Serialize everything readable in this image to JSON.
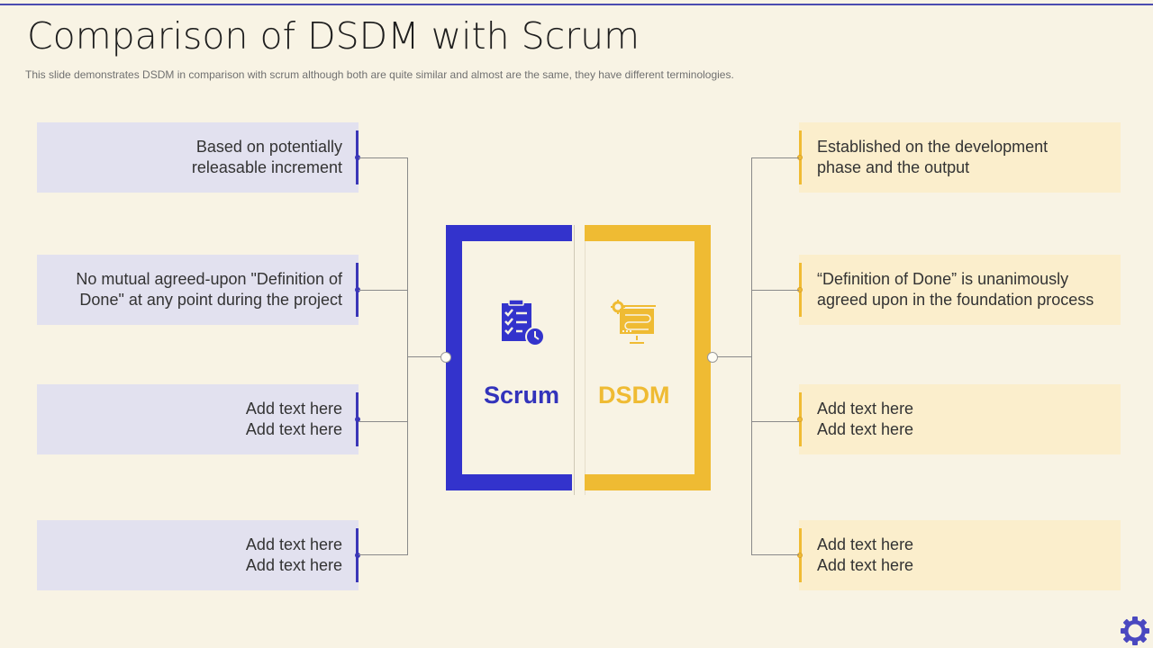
{
  "header": {
    "title": "Comparison of DSDM with Scrum",
    "subtitle": "This slide demonstrates DSDM in comparison with scrum although both are quite similar and almost are the same, they have  different terminologies."
  },
  "center": {
    "left": {
      "label": "Scrum",
      "icon": "clipboard-checklist-clock-icon",
      "color": "#3333cc"
    },
    "right": {
      "label": "DSDM",
      "icon": "monitor-workflow-gear-icon",
      "color": "#efbb33"
    }
  },
  "scrum_points": [
    {
      "text": "Based on potentially\nreleasable increment"
    },
    {
      "text": "No mutual agreed-upon \"Definition of\nDone\" at any point during the project"
    },
    {
      "text": "Add text here\nAdd text here"
    },
    {
      "text": "Add text here\nAdd text here"
    }
  ],
  "dsdm_points": [
    {
      "text": "Established on the development\nphase and the output"
    },
    {
      "text": "“Definition of Done” is unanimously\nagreed upon in the foundation process"
    },
    {
      "text": "Add text here\nAdd text here"
    },
    {
      "text": "Add text here\nAdd text here"
    }
  ],
  "footer": {
    "icon": "gear-icon"
  }
}
